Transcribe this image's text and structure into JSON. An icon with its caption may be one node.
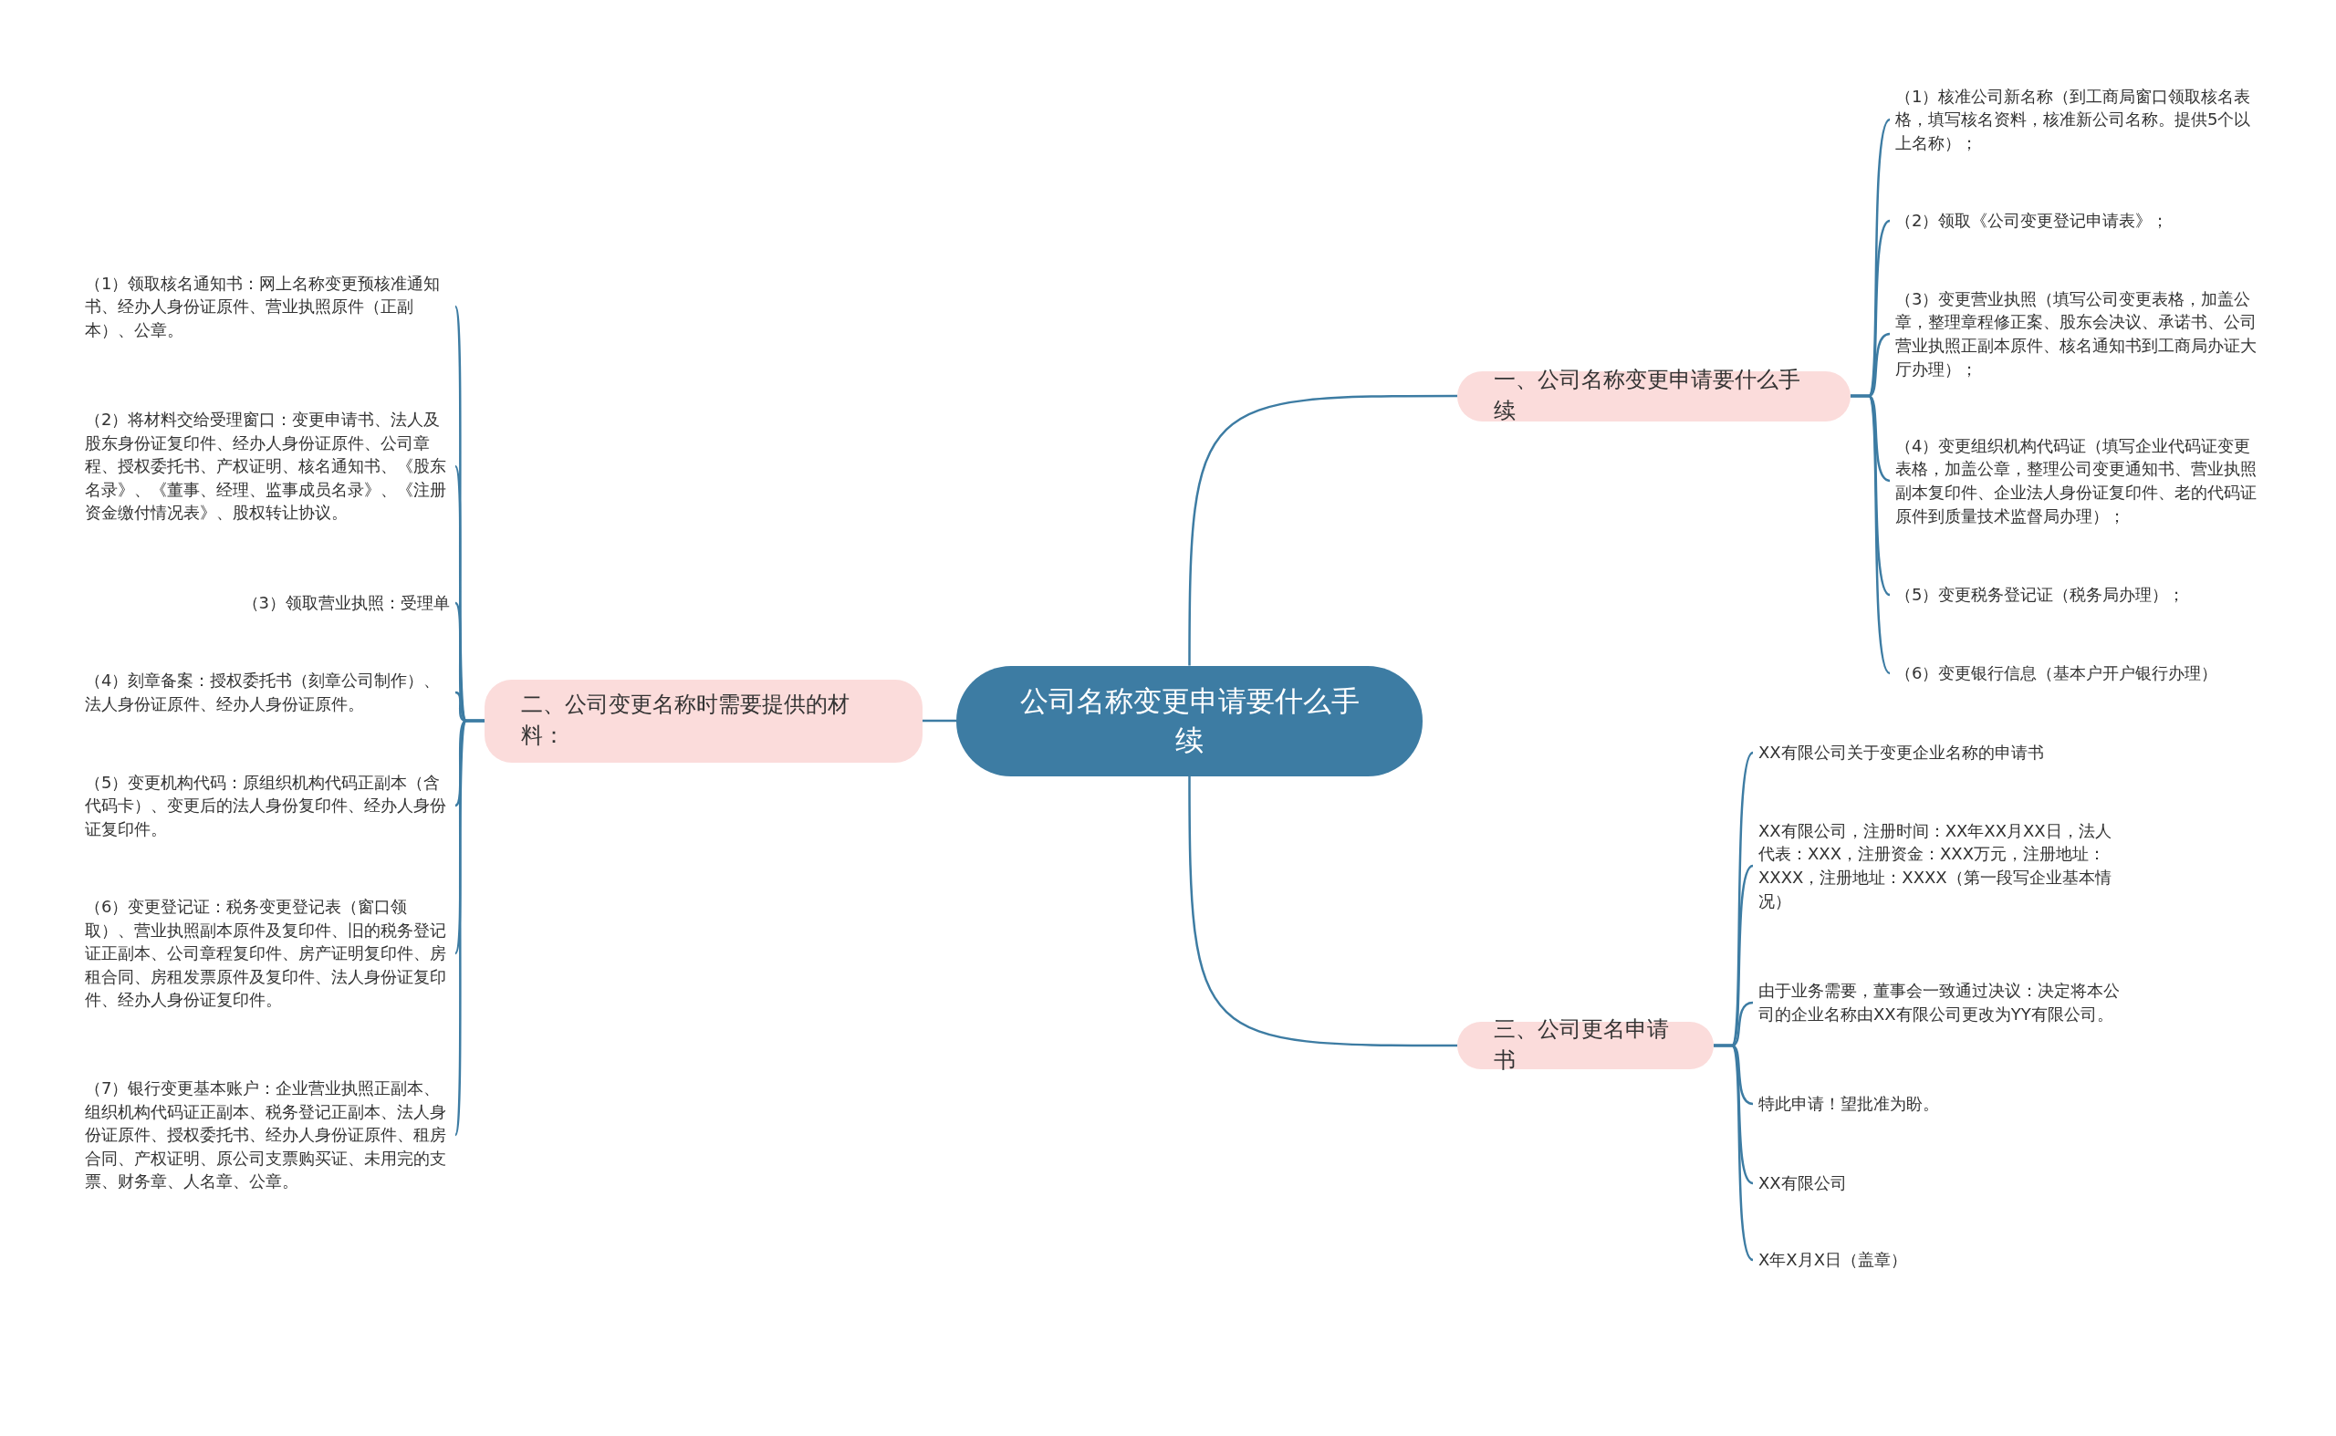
{
  "diagram": {
    "nodes": [
      {
        "text": [
          "公司名称变更申请要什么手续"
        ]
      },
      {
        "text": [
          "一、公司名称变更申请要什么手续"
        ]
      },
      {
        "text": [
          "（1）核准公司新名称（到工商局窗口领取核名表格，填写核名资料，核准新公司名称。提供5个以上名称）；"
        ]
      },
      {
        "text": [
          "（2）领取《公司变更登记申请表》；"
        ]
      },
      {
        "text": [
          "（3）变更营业执照（填写公司变更表格，加盖公章，整理章程修正案、股东会决议、承诺书、公司营业执照正副本原件、核名通知书到工商局办证大厅办理）；"
        ]
      },
      {
        "text": [
          "（4）变更组织机构代码证（填写企业代码证变更表格，加盖公章，整理公司变更通知书、营业执照副本复印件、企业法人身份证复印件、老的代码证原件到质量技术监督局办理）；"
        ]
      },
      {
        "text": [
          "（5）变更税务登记证（税务局办理）；"
        ]
      },
      {
        "text": [
          "（6）变更银行信息（基本户开户银行办理）"
        ]
      },
      {
        "text": [
          "二、公司变更名称时需要提供的材料："
        ]
      },
      {
        "text": [
          "（1）领取核名通知书：网上名称变更预核准通知书、经办人身份证原件、营业执照原件（正副本）、公章。"
        ]
      },
      {
        "text": [
          "（2）将材料交给受理窗口：变更申请书、法人及股东身份证复印件、经办人身份证原件、公司章程、授权委托书、产权证明、核名通知书、《股东名录》、《董事、经理、监事成员名录》、《注册资金缴付情况表》、股权转让协议。"
        ]
      },
      {
        "text": [
          "（3）领取营业执照：受理单"
        ]
      },
      {
        "text": [
          "（4）刻章备案：授权委托书（刻章公司制作）、法人身份证原件、经办人身份证原件。"
        ]
      },
      {
        "text": [
          "（5）变更机构代码：原组织机构代码正副本（含代码卡）、变更后的法人身份复印件、经办人身份证复印件。"
        ]
      },
      {
        "text": [
          "（6）变更登记证：税务变更登记表（窗口领取）、营业执照副本原件及复印件、旧的税务登记证正副本、公司章程复印件、房产证明复印件、房租合同、房租发票原件及复印件、法人身份证复印件、经办人身份证复印件。"
        ]
      },
      {
        "text": [
          "（7）银行变更基本账户：企业营业执照正副本、组织机构代码证正副本、税务登记正副本、法人身份证原件、授权委托书、经办人身份证原件、租房合同、产权证明、原公司支票购买证、未用完的支票、财务章、人名章、公章。"
        ]
      },
      {
        "text": [
          "三、公司更名申请书"
        ]
      },
      {
        "text": [
          "XX有限公司关于变更企业名称的申请书"
        ]
      },
      {
        "text": [
          "XX有限公司，注册时间：XX年XX月XX日，法人代表：XXX，注册资金：XXX万元，注册地址：XXXX，注册地址：XXXX（第一段写企业基本情况）"
        ]
      },
      {
        "text": [
          "由于业务需要，董事会一致通过决议：决定将本公司的企业名称由XX有限公司更改为YY有限公司。"
        ]
      },
      {
        "text": [
          "特此申请！望批准为盼。"
        ]
      },
      {
        "text": [
          "XX有限公司"
        ]
      },
      {
        "text": [
          "X年X月X日（盖章）"
        ]
      }
    ],
    "edges": [
      {
        "from": 0,
        "to": 1,
        "arrow": "none"
      },
      {
        "from": 1,
        "to": 2,
        "arrow": "none"
      },
      {
        "from": 1,
        "to": 3,
        "arrow": "none"
      },
      {
        "from": 1,
        "to": 4,
        "arrow": "none"
      },
      {
        "from": 1,
        "to": 5,
        "arrow": "none"
      },
      {
        "from": 1,
        "to": 6,
        "arrow": "none"
      },
      {
        "from": 1,
        "to": 7,
        "arrow": "none"
      },
      {
        "from": 0,
        "to": 8,
        "arrow": "none"
      },
      {
        "from": 8,
        "to": 9,
        "arrow": "none"
      },
      {
        "from": 8,
        "to": 10,
        "arrow": "none"
      },
      {
        "from": 8,
        "to": 11,
        "arrow": "none"
      },
      {
        "from": 8,
        "to": 12,
        "arrow": "none"
      },
      {
        "from": 8,
        "to": 13,
        "arrow": "none"
      },
      {
        "from": 8,
        "to": 14,
        "arrow": "none"
      },
      {
        "from": 8,
        "to": 15,
        "arrow": "none"
      },
      {
        "from": 0,
        "to": 16,
        "arrow": "none"
      },
      {
        "from": 16,
        "to": 17,
        "arrow": "none"
      },
      {
        "from": 16,
        "to": 18,
        "arrow": "none"
      },
      {
        "from": 16,
        "to": 19,
        "arrow": "none"
      },
      {
        "from": 16,
        "to": 20,
        "arrow": "none"
      },
      {
        "from": 16,
        "to": 21,
        "arrow": "none"
      },
      {
        "from": 16,
        "to": 22,
        "arrow": "none"
      }
    ]
  }
}
